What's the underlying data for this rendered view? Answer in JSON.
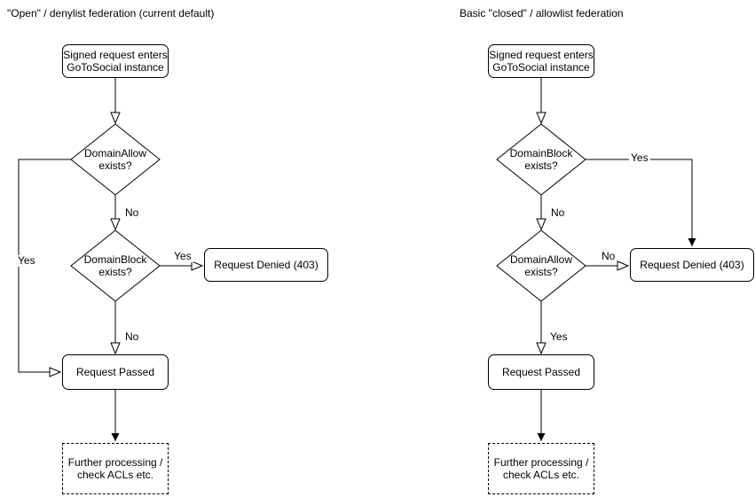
{
  "colors": {
    "stroke": "#000000",
    "node_fill": "#ffffff",
    "text": "#000000",
    "background": "#ffffff"
  },
  "charts": [
    {
      "title": "\"Open\" / denylist federation (current default)",
      "nodes": {
        "start": "Signed request enters\nGoToSocial instance",
        "decision1": "DomainAllow\nexists?",
        "decision2": "DomainBlock\nexists?",
        "denied": "Request Denied (403)",
        "passed": "Request Passed",
        "further": "Further processing /\ncheck ACLs etc."
      },
      "edge_labels": {
        "decision1_yes": "Yes",
        "decision1_no": "No",
        "decision2_yes": "Yes",
        "decision2_no": "No"
      }
    },
    {
      "title": "Basic \"closed\" / allowlist federation",
      "nodes": {
        "start": "Signed request enters\nGoToSocial instance",
        "decision1": "DomainBlock\nexists?",
        "decision2": "DomainAllow\nexists?",
        "denied": "Request Denied (403)",
        "passed": "Request Passed",
        "further": "Further processing /\ncheck ACLs etc."
      },
      "edge_labels": {
        "decision1_yes": "Yes",
        "decision1_no": "No",
        "decision2_yes": "Yes",
        "decision2_no": "No"
      }
    }
  ]
}
